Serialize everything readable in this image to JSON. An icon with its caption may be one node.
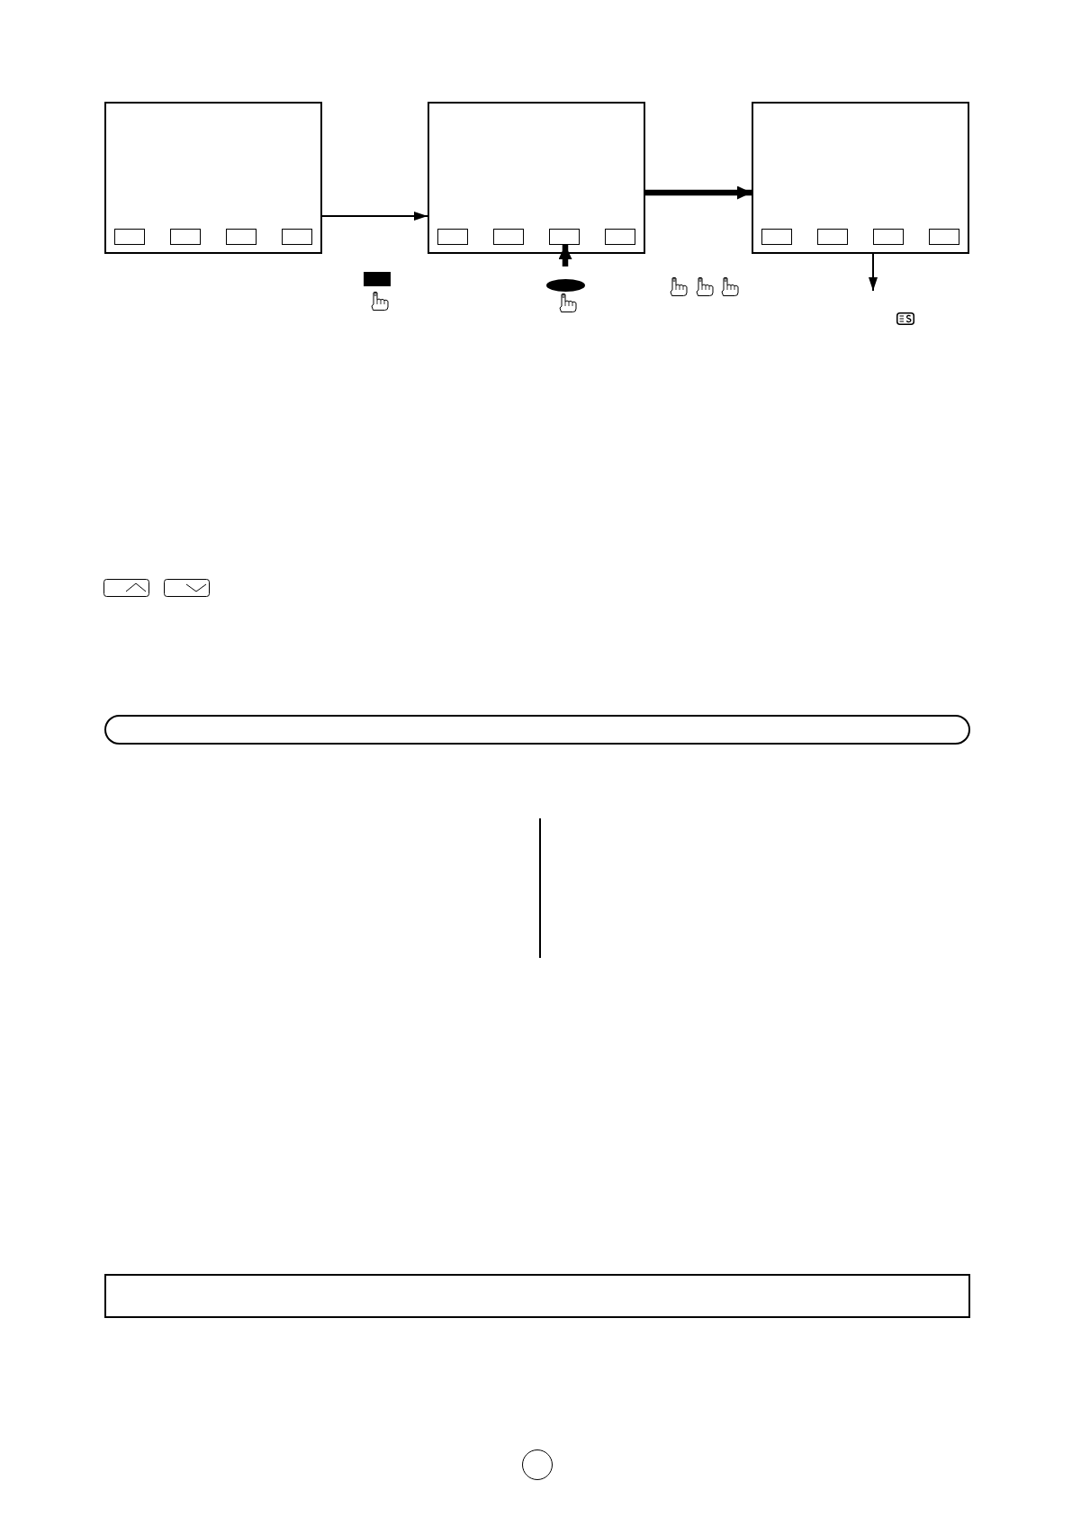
{
  "diagram": {
    "nodes": [
      {
        "text": [],
        "shape": "box"
      },
      {
        "text": [],
        "shape": "box",
        "in": 0
      },
      {
        "text": [],
        "shape": "box",
        "in": 0
      },
      {
        "text": [],
        "shape": "box",
        "in": 0
      },
      {
        "text": [],
        "shape": "box",
        "in": 0
      },
      {
        "text": [],
        "shape": "box"
      },
      {
        "text": [],
        "shape": "box",
        "in": 5
      },
      {
        "text": [],
        "shape": "box",
        "in": 5
      },
      {
        "text": [],
        "shape": "box",
        "in": 5
      },
      {
        "text": [],
        "shape": "box",
        "in": 5
      },
      {
        "text": [],
        "shape": "box"
      },
      {
        "text": [],
        "shape": "box",
        "in": 10
      },
      {
        "text": [],
        "shape": "box",
        "in": 10
      },
      {
        "text": [],
        "shape": "box",
        "in": 10
      },
      {
        "text": [],
        "shape": "box",
        "in": 10
      },
      {
        "text": [],
        "shape": "box"
      },
      {
        "text": [],
        "shape": "box"
      },
      {
        "text": [],
        "shape": "circle"
      }
    ],
    "edges": [
      {
        "from": 0,
        "to": 5,
        "arrow": "to"
      },
      {
        "from": 5,
        "to": 10,
        "arrow": "to",
        "style": "thick"
      },
      {
        "from": null,
        "to": 8,
        "arrow": "to",
        "style": "thick"
      },
      {
        "from": 10,
        "to": null,
        "arrow": "to"
      }
    ]
  }
}
